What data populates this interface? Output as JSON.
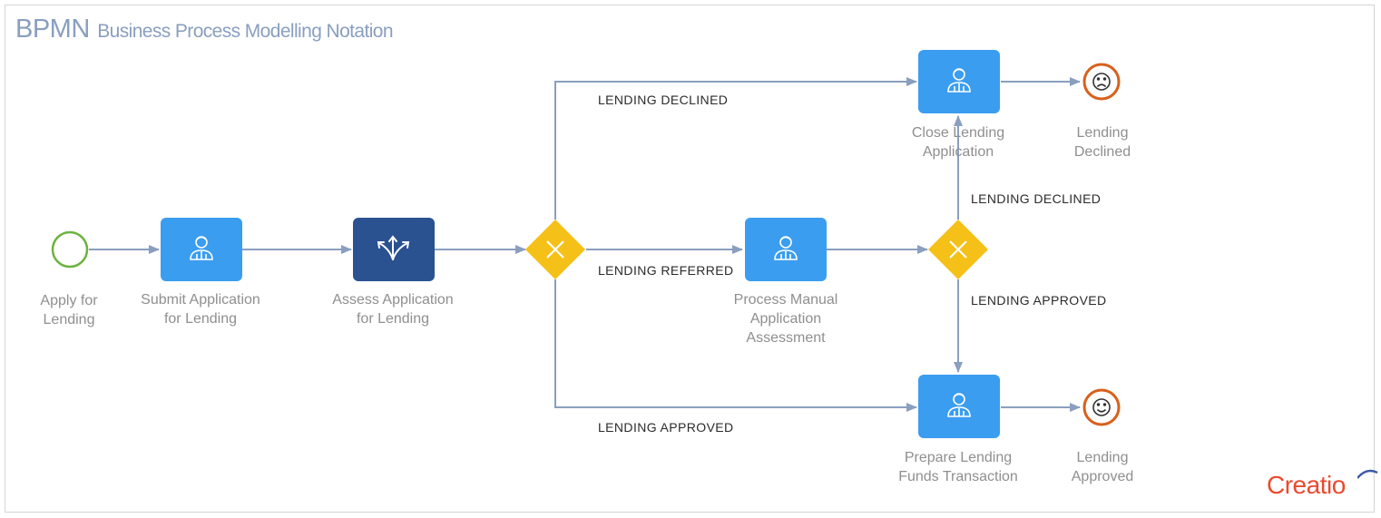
{
  "header": {
    "title": "BPMN",
    "subtitle": "Business Process Modelling Notation"
  },
  "logo": {
    "text": "Creatio"
  },
  "nodes": {
    "start": {
      "line1": "Apply for",
      "line2": "Lending",
      "icon": "start-event-circle"
    },
    "submit": {
      "line1": "Submit Application",
      "line2": "for Lending",
      "icon": "user-task-icon"
    },
    "assess": {
      "line1": "Assess Application",
      "line2": "for Lending",
      "icon": "branching-arrows-icon"
    },
    "manual": {
      "line1": "Process Manual",
      "line2": "Application",
      "line3": "Assessment",
      "icon": "user-task-icon"
    },
    "close": {
      "line1": "Close Lending",
      "line2": "Application",
      "icon": "user-task-icon"
    },
    "prepare": {
      "line1": "Prepare Lending",
      "line2": "Funds Transaction",
      "icon": "user-task-icon"
    },
    "end_declined": {
      "line1": "Lending",
      "line2": "Declined",
      "icon": "sad-face-icon"
    },
    "end_approved": {
      "line1": "Lending",
      "line2": "Approved",
      "icon": "smile-face-icon"
    }
  },
  "flows": {
    "declined_top": "LENDING DECLINED",
    "referred": "LENDING REFERRED",
    "approved_bottom": "LENDING APPROVED",
    "declined_right": "LENDING DECLINED",
    "approved_right": "LENDING APPROVED"
  },
  "colors": {
    "task": "#3a9df0",
    "task_dark": "#2a5291",
    "gateway": "#f5c018",
    "start_event": "#6db33f",
    "end_event": "#d8601c",
    "connector": "#8a9fbf",
    "title": "#8a9fbf",
    "logo": "#ea4a2f"
  }
}
